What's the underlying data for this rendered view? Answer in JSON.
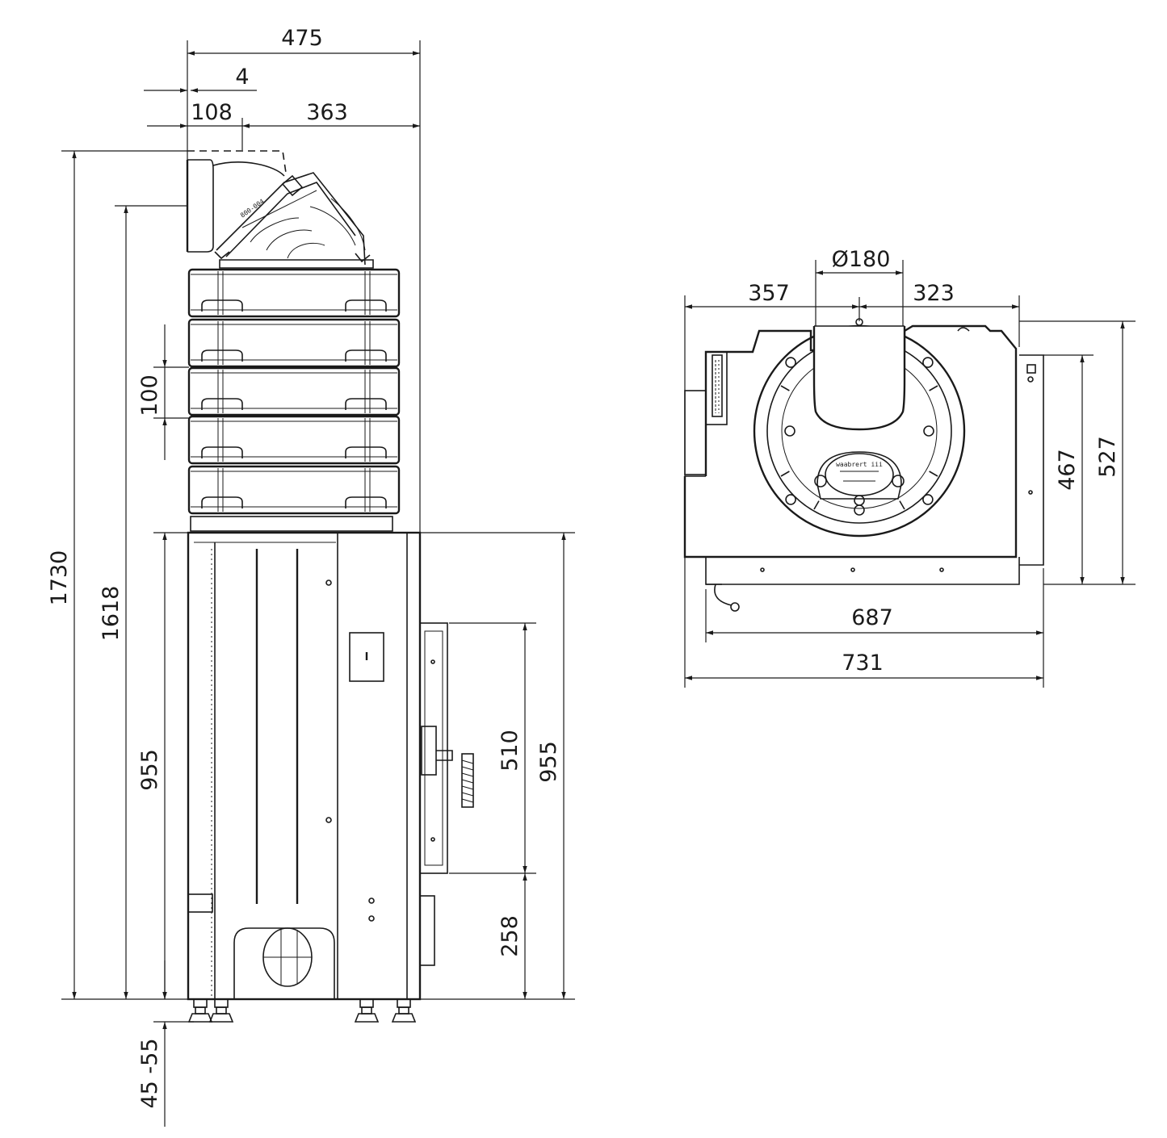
{
  "side_view": {
    "dims": {
      "width_total": "475",
      "offset_small": "4",
      "flue_offset": "108",
      "flue_to_back": "363",
      "height_total": "1730",
      "height_outlet": "1618",
      "module_height": "100",
      "body_height": "955",
      "door_height": "510",
      "body_height_right": "955",
      "door_bottom": "258",
      "feet_range": "45 -55"
    }
  },
  "top_view": {
    "dims": {
      "flue_diameter": "Ø180",
      "left_to_flue": "357",
      "flue_to_right": "323",
      "depth_inner": "467",
      "depth_outer": "527",
      "width_inner": "687",
      "width_outer": "731"
    }
  }
}
